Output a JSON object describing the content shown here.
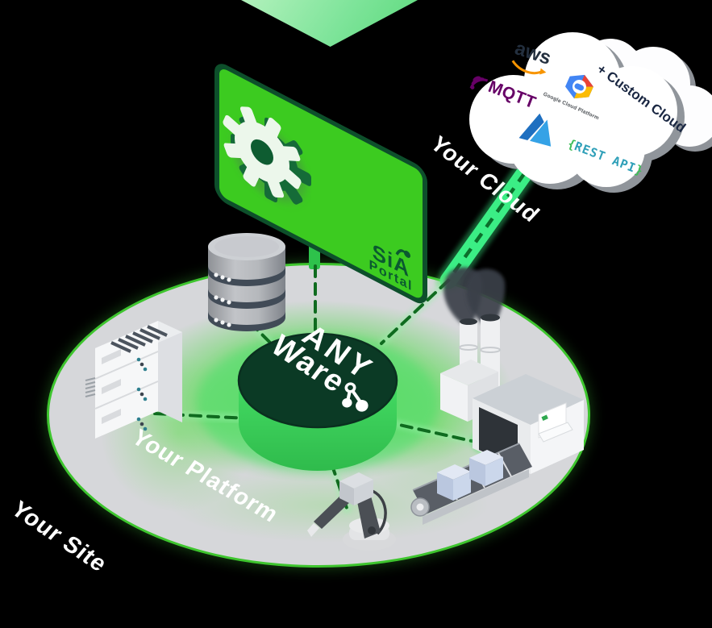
{
  "labels": {
    "your_cloud": "Your Cloud",
    "your_platform": "Your Platform",
    "your_site": "Your Site"
  },
  "hub": {
    "name_line1": "ANY",
    "name_line2": "Ware"
  },
  "portal": {
    "brand": "SiA",
    "product": "Portal"
  },
  "cloud": {
    "mqtt": "MQTT",
    "aws": "aws",
    "gcp": "Google Cloud Platform",
    "custom": "+ Custom Cloud",
    "rest_open": "{",
    "rest_text": "REST API",
    "rest_close": "}"
  },
  "icons": {
    "arrow": "arrow-down-icon",
    "gear": "gear-icon",
    "hub": "hub-cylinder",
    "database": "database-icon",
    "plc": "plc-controller-icon",
    "factory": "factory-icon",
    "conveyor": "conveyor-belt-icon",
    "robot": "robot-arm-icon",
    "cloud": "cloud-icon",
    "node_link": "node-link-icon"
  },
  "colors": {
    "screen_green": "#3ccb20",
    "screen_border": "#0d4f2b",
    "hub_top": "#0b3a25",
    "band_green": "#3bee85",
    "dash_green": "#0f6b1f",
    "platform_gray": "#d6d7da",
    "platform_border": "#3ec52e",
    "mqtt_purple": "#660066",
    "aws_navy": "#232f3e",
    "aws_orange": "#f79400",
    "azure_blue": "#35a2e6",
    "rest_teal": "#2e9fb8",
    "rest_brace": "#3fbe5a",
    "custom_navy": "#1a2742"
  }
}
